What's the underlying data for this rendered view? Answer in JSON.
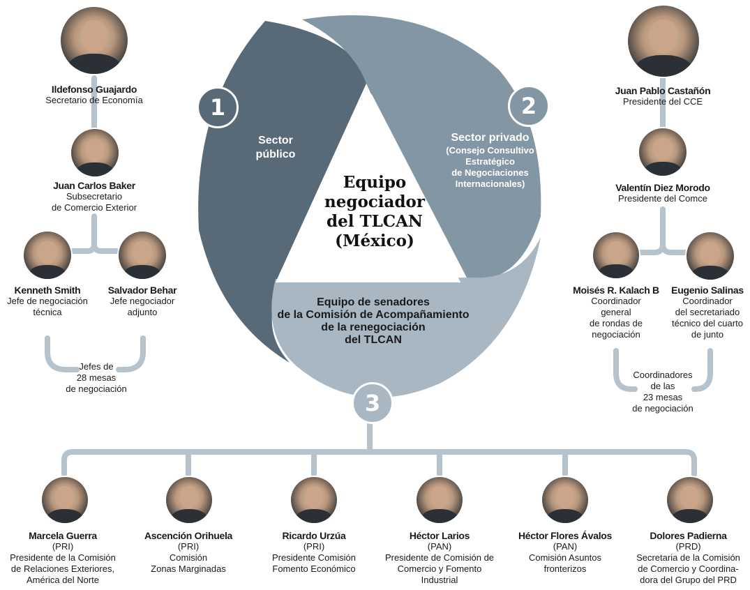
{
  "center": {
    "lines": [
      "Equipo",
      "negociador",
      "del TLCAN",
      "(México)"
    ]
  },
  "segments": [
    {
      "number": "1",
      "lines": [
        "Sector",
        "público"
      ]
    },
    {
      "number": "2",
      "title": "Sector privado",
      "sub": [
        "(Consejo Consultivo",
        "Estratégico",
        "de Negociaciones",
        "Internacionales)"
      ]
    },
    {
      "number": "3",
      "lines": [
        "Equipo de senadores",
        "de la Comisión de Acompañamiento",
        "de la renegociación",
        "del TLCAN"
      ]
    }
  ],
  "public_sector": {
    "head": {
      "name": "Ildefonso Guajardo",
      "role": [
        "Secretario de Economía"
      ]
    },
    "deputy": {
      "name": "Juan Carlos Baker",
      "role": [
        "Subsecretario",
        "de Comercio Exterior"
      ]
    },
    "left": {
      "name": "Kenneth Smith",
      "role": [
        "Jefe de negociación",
        "técnica"
      ]
    },
    "right": {
      "name": "Salvador Behar",
      "role": [
        "Jefe negociador",
        "adjunto"
      ]
    },
    "note": [
      "Jefes de",
      "28 mesas",
      "de negociación"
    ]
  },
  "private_sector": {
    "head": {
      "name": "Juan Pablo Castañón",
      "role": [
        "Presidente del CCE"
      ]
    },
    "deputy": {
      "name": "Valentín Diez Morodo",
      "role": [
        "Presidente del Comce"
      ]
    },
    "left": {
      "name": "Moisés R. Kalach B",
      "role": [
        "Coordinador",
        "general",
        "de rondas de",
        "negociación"
      ]
    },
    "right": {
      "name": "Eugenio Salinas",
      "role": [
        "Coordinador",
        "del secretariado",
        "técnico del cuarto",
        "de junto"
      ]
    },
    "note": [
      "Coordinadores",
      "de las",
      "23 mesas",
      "de negociación"
    ]
  },
  "senators": [
    {
      "name": "Marcela Guerra",
      "party": "(PRI)",
      "role": [
        "Presidente de la Comisión",
        "de Relaciones Exteriores,",
        "América del Norte"
      ]
    },
    {
      "name": "Ascención Orihuela",
      "party": "(PRI)",
      "role": [
        "Comisión",
        "Zonas Marginadas"
      ]
    },
    {
      "name": "Ricardo Urzúa",
      "party": "(PRI)",
      "role": [
        "Presidente Comisión",
        "Fomento Económico"
      ]
    },
    {
      "name": "Héctor Larios",
      "party": "(PAN)",
      "role": [
        "Presidente de Comisión de",
        "Comercio y Fomento",
        "Industrial"
      ]
    },
    {
      "name": "Héctor Flores Ávalos",
      "party": "(PAN)",
      "role": [
        "Comisión Asuntos",
        "fronterizos"
      ]
    },
    {
      "name": "Dolores Padierna",
      "party": "(PRD)",
      "role": [
        "Secretaria de la Comisión",
        "de Comercio y Coordina-",
        "dora del Grupo del PRD"
      ]
    }
  ],
  "colors": {
    "segment1": "#586a78",
    "segment2": "#8396a4",
    "segment3": "#a8b7c2",
    "connector": "#b6c3cc",
    "number_badge": "#586a78"
  }
}
